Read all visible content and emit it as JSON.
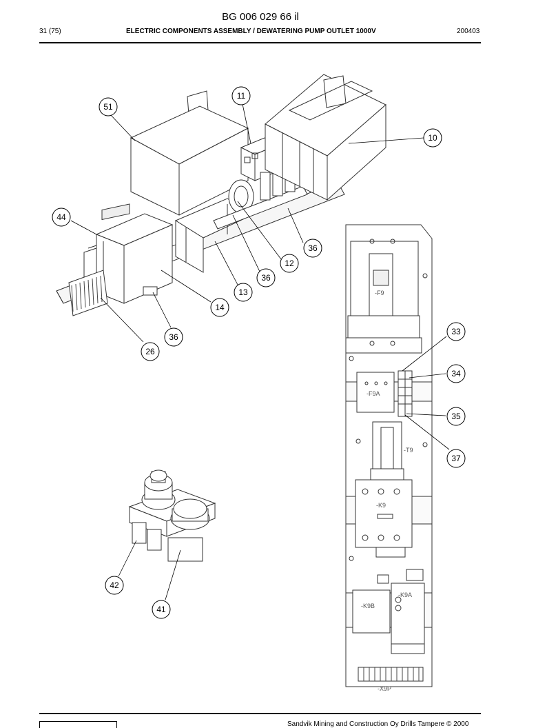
{
  "header": {
    "doc_id": "BG 006 029 66 il",
    "page": "31 (75)",
    "title": "ELECTRIC COMPONENTS ASSEMBLY / DEWATERING PUMP OUTLET 1000V",
    "code": "200403"
  },
  "footer": {
    "copyright": "Sandvik Mining and Construction Oy Drills Tampere © 2000"
  },
  "panel_labels": {
    "f9": "-F9",
    "f9a": "-F9A",
    "t9": "-T9",
    "k9": "-K9",
    "k9a": "-K9A",
    "k9b": "-K9B",
    "x9p": "-X9P"
  },
  "callouts": [
    "51",
    "11",
    "10",
    "44",
    "36",
    "12",
    "36",
    "13",
    "14",
    "36",
    "26",
    "33",
    "34",
    "35",
    "37",
    "42",
    "41"
  ]
}
